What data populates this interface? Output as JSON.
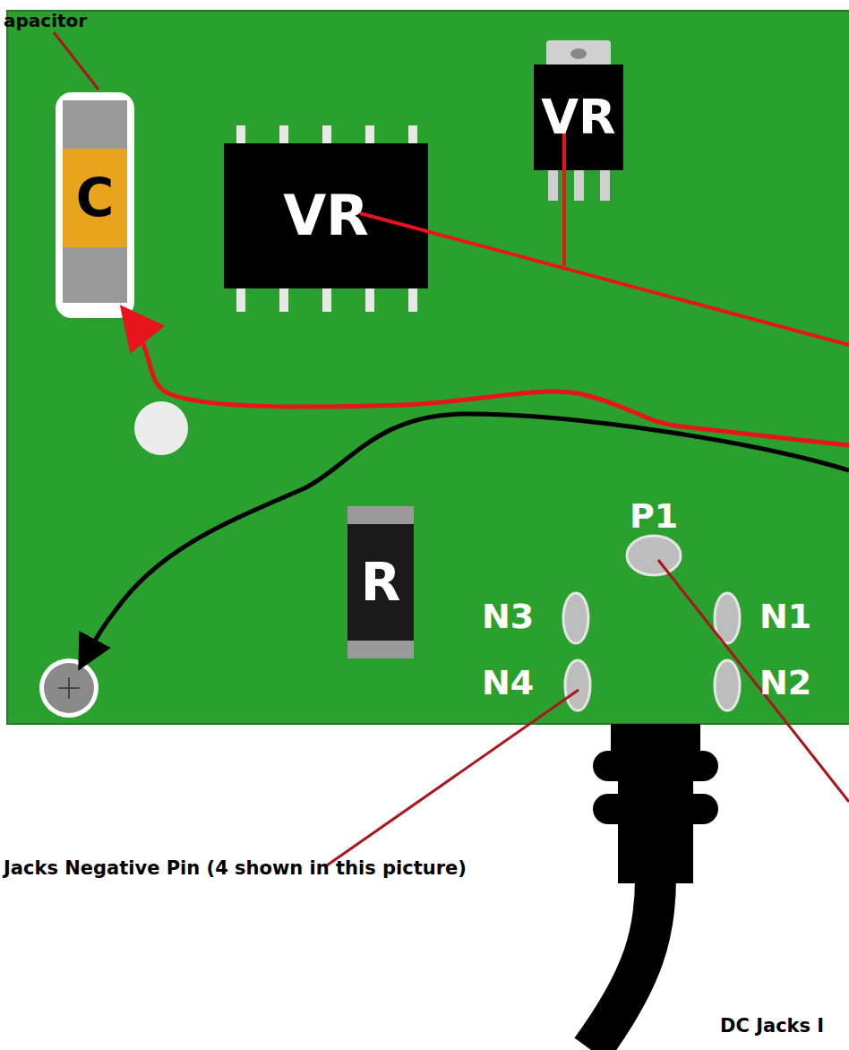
{
  "diagram": {
    "nodes": [
      {
        "text": [
          "C"
        ]
      },
      {
        "text": [
          "VR"
        ]
      },
      {
        "text": [
          "VR"
        ]
      },
      {
        "text": [
          "R"
        ]
      }
    ],
    "labels": [
      "apacitor",
      "P1",
      "N3",
      "N1",
      "N4",
      "N2",
      "Jacks Negative Pin (4 shown in this picture)",
      "DC Jacks I"
    ]
  }
}
